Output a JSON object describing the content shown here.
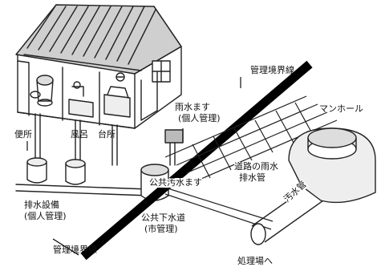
{
  "labels": {
    "boundary_line_top": "管理境界線",
    "boundary_line_bottom": "管理境界線",
    "manhole": "マンホール",
    "toilet": "便所",
    "bath": "風呂",
    "kitchen": "台所",
    "rainwater_box": "雨水ます",
    "rainwater_box_mgmt": "(個人管理)",
    "drainage_facility": "排水設備",
    "drainage_facility_mgmt": "(個人管理)",
    "public_sewer_box": "公共汚水ます",
    "public_sewer": "公共下水道",
    "public_sewer_mgmt": "(市管理)",
    "common_rain_drain": "道路の雨水",
    "common_rain_drain2": "排水管",
    "sewer_pipe": "汚水管",
    "to_treatment": "処理場へ"
  }
}
